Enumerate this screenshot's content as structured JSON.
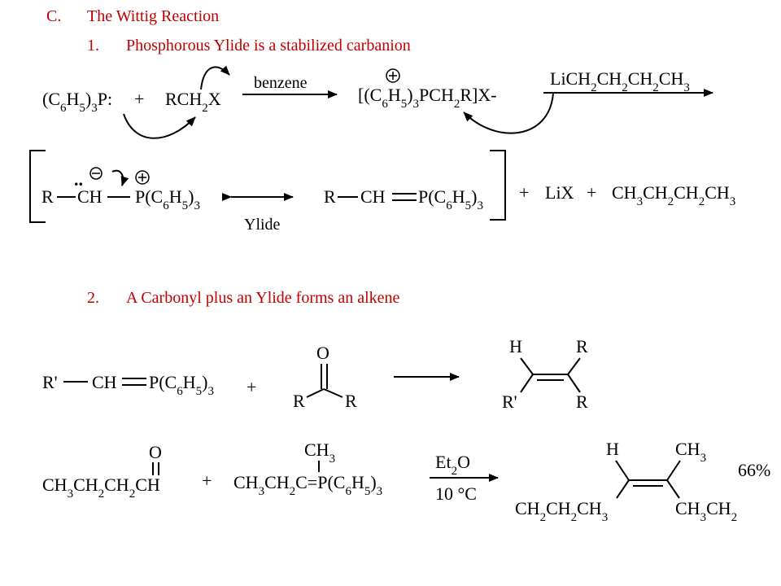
{
  "heading": {
    "num": "C.",
    "text": "The Wittig Reaction"
  },
  "point1": {
    "num": "1.",
    "text": "Phosphorous Ylide is a stabilized carbanion"
  },
  "point2": {
    "num": "2.",
    "text": "A Carbonyl plus an Ylide forms an alkene"
  },
  "reaction1": {
    "reagent": "(C6H5)3P:",
    "plus": "+",
    "halide": "RCH2X",
    "solvent": "benzene",
    "salt": "[(C6H5)3PCH2R]X-",
    "charge_plus": "+",
    "base": "LiCH2CH2CH2CH3"
  },
  "resonance": {
    "lone_pair": "..",
    "minus": "−",
    "plus_charge": "+",
    "ylide_left_r": "R",
    "ylide_left_ch": "CH",
    "ylide_left_p": "P(C6H5)3",
    "ylide_right_r": "R",
    "ylide_right_ch": "CH",
    "ylide_right_p": "P(C6H5)3",
    "label": "Ylide",
    "plus1": "+",
    "salt": "LiX",
    "plus2": "+",
    "butane": "CH3CH2CH2CH3"
  },
  "general": {
    "ylide_r": "R'",
    "ylide_ch": "CH",
    "ylide_p": "P(C6H5)3",
    "plus": "+",
    "carbonyl_o": "O",
    "carbonyl_r1": "R",
    "carbonyl_r2": "R",
    "alkene_h": "H",
    "alkene_r1": "R",
    "alkene_r2": "R'",
    "alkene_r3": "R"
  },
  "example": {
    "aldehyde_o": "O",
    "aldehyde": "CH3CH2CH2CH",
    "plus": "+",
    "ylide_top": "CH3",
    "ylide": "CH3CH2C=P(C6H5)3",
    "solvent": "Et2O",
    "temp": "10 °C",
    "product_h": "H",
    "product_ch3": "CH3",
    "product_left": "CH2CH2CH3",
    "product_right": "CH3CH2",
    "yield": "66%"
  }
}
